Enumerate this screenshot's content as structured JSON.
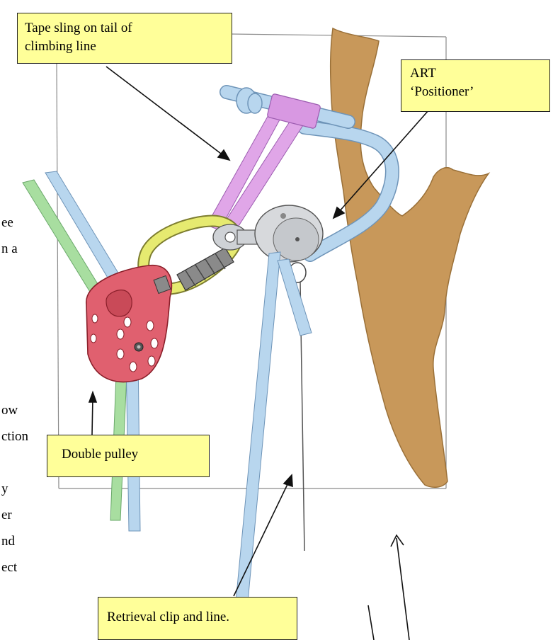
{
  "callouts": {
    "tape_sling": {
      "line1": "Tape sling on tail of",
      "line2": "climbing line"
    },
    "art_positioner": {
      "line1": "ART",
      "line2": "‘Positioner’"
    },
    "double_pulley": {
      "label": "Double pulley"
    },
    "retrieval_clip": {
      "label": "Retrieval clip and line."
    }
  },
  "cropped_text_fragments": [
    "ee",
    "n a",
    "ow",
    "ction",
    "y",
    "er",
    "nd",
    "ect"
  ],
  "colors": {
    "trunk": "#c8985a",
    "climbing_line": "#b8d6ee",
    "green_line": "#a8dea0",
    "tape_sling": "#e0a6e8",
    "carabiner": "#e6ea70",
    "pulley": "#e0606f",
    "callout_fill": "#ffff99",
    "device_metal": "#cfd2d6"
  }
}
